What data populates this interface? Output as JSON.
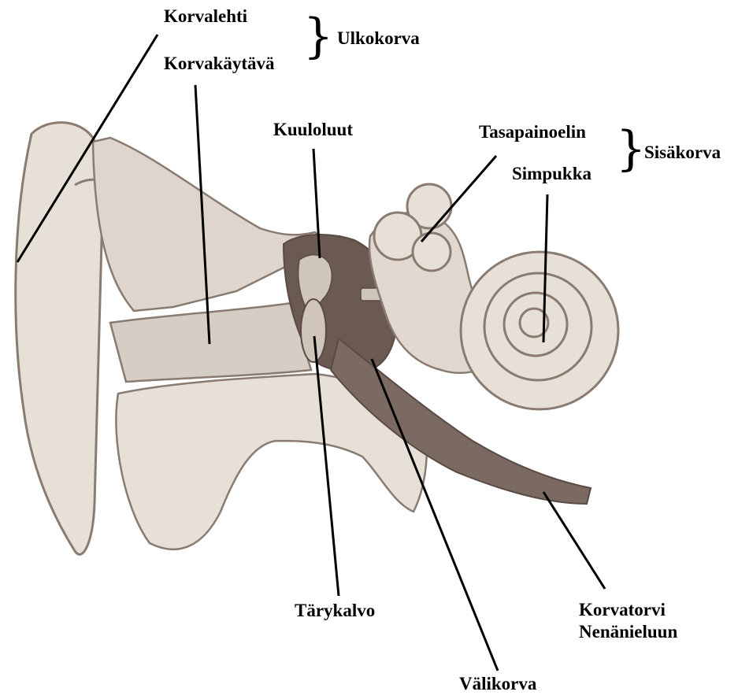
{
  "labels": {
    "korvalehti": "Korvalehti",
    "korvakaytava": "Korvakäytävä",
    "ulkokorva": "Ulkokorva",
    "kuuloluut": "Kuuloluut",
    "tasapainoelin": "Tasapainoelin",
    "simpukka": "Simpukka",
    "sisakorva": "Sisäkorva",
    "tarykalvo": "Tärykalvo",
    "korvatorvi": "Korvatorvi",
    "nenanieluun": "Nenänieluun",
    "valikorva": "Välikorva"
  },
  "colors": {
    "skin_fill": "#e7e0d9",
    "skin_shade": "#d6cdc4",
    "pencil_line": "#8a7b70",
    "dark_fibre": "#5a4a44",
    "leader_line": "#000000"
  }
}
